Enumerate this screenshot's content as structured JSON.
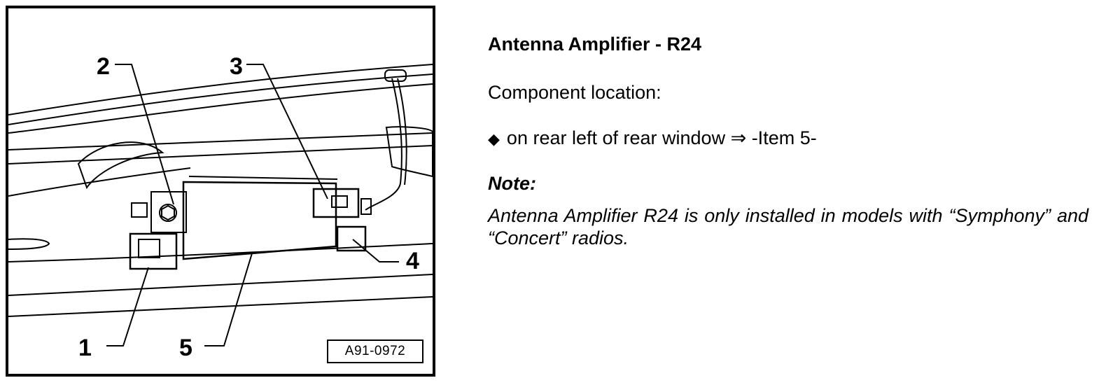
{
  "figure": {
    "callouts": [
      "1",
      "2",
      "3",
      "4",
      "5"
    ],
    "figure_id": "A91-0972"
  },
  "content": {
    "title": "Antenna Amplifier - R24",
    "intro": "Component location:",
    "bullet_icon": "diamond-bullet",
    "bullet_text": "on rear left of rear window ⇒ -Item 5-",
    "note_heading": "Note:",
    "note_text": "Antenna Amplifier R24 is only installed in models with “Symphony” and “Concert” radios."
  }
}
